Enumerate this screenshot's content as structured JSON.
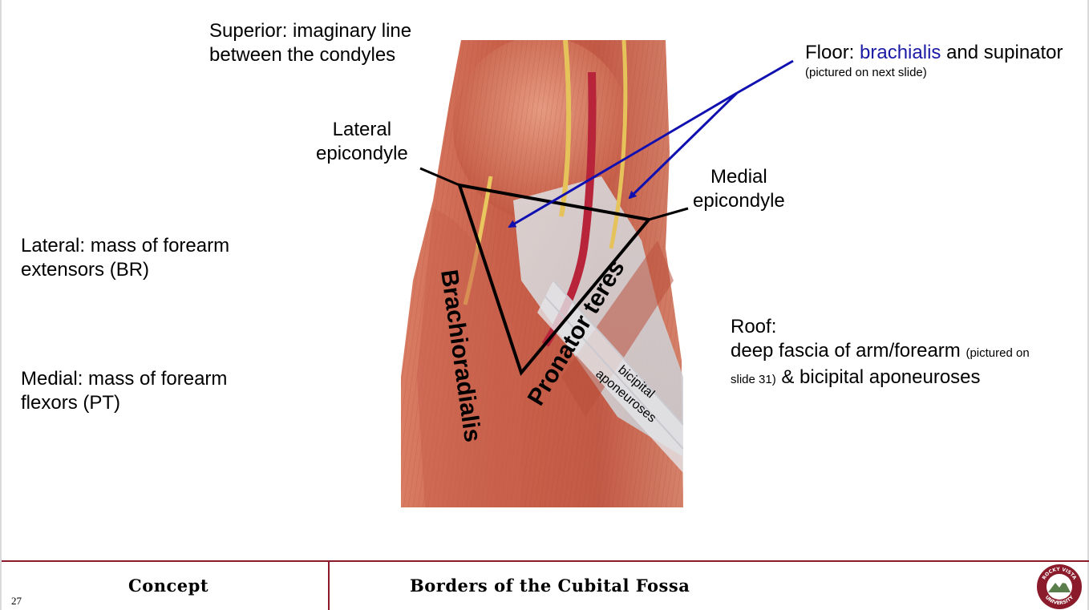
{
  "labels": {
    "superior": [
      "Superior: imaginary line",
      "between the condyles"
    ],
    "floor_prefix": "Floor: ",
    "floor_highlight": "brachialis",
    "floor_suffix": " and supinator",
    "floor_note": "(pictured on next slide)",
    "lateral_epicondyle": [
      "Lateral",
      "epicondyle"
    ],
    "medial_epicondyle": [
      "Medial",
      "epicondyle"
    ],
    "lateral_border": [
      "Lateral: mass of forearm",
      "extensors (BR)"
    ],
    "medial_border": [
      "Medial: mass of forearm",
      "flexors (PT)"
    ],
    "roof_title": "Roof:",
    "roof_line1": "deep fascia of arm/forearm",
    "roof_line1_small": "(pictured on",
    "roof_line2_small": "slide 31)",
    "roof_line2": " & bicipital aponeuroses"
  },
  "image_labels": {
    "brachioradialis": "Brachioradialis",
    "pronator_teres": "Pronator teres",
    "bicipital_1": "bicipital",
    "bicipital_2": "aponeuroses"
  },
  "footer": {
    "slide_number": "27",
    "left": "Concept",
    "right": "Borders of the Cubital Fossa",
    "logo_text_top": "ROCKY VISTA",
    "logo_text_bottom": "UNIVERSITY"
  },
  "colors": {
    "accent": "#8b1a2b",
    "highlight": "#1a1aa6",
    "arrow": "#1010b0"
  }
}
